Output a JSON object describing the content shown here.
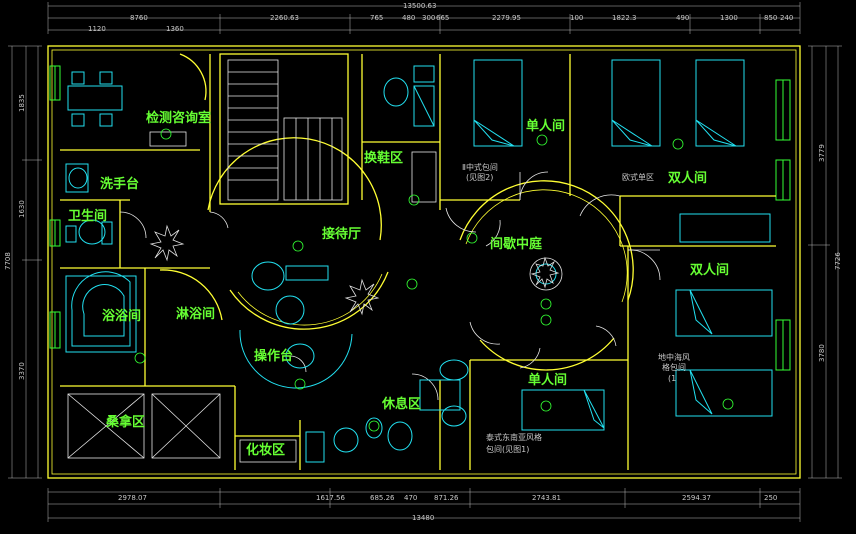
{
  "dims": {
    "overall_top": "13500.63",
    "top": [
      "8760",
      "1120",
      "1360",
      "2260.63",
      "765",
      "480",
      "300",
      "665",
      "2279.95",
      "100",
      "1822.3",
      "490",
      "1300",
      "850",
      "240"
    ],
    "overall_bottom": "13480",
    "bottom": [
      "2978.07",
      "1617.56",
      "685.26",
      "470",
      "871.26",
      "2743.81",
      "2594.37",
      "250"
    ],
    "left": [
      "1835",
      "1630",
      "7708",
      "3370"
    ],
    "right": [
      "3779",
      "7726",
      "3780"
    ]
  },
  "rooms": {
    "consult": "检测咨询室",
    "wash": "洗手台",
    "toilet": "卫生间",
    "shoe": "换鞋区",
    "reception": "接待厅",
    "single_top": "单人间",
    "double_top": "双人间",
    "courtyard": "间歇中庭",
    "double_right": "双人间",
    "bath_tub": "浴浴间",
    "shower": "淋浴间",
    "operation": "操作台",
    "rest": "休息区",
    "single_bottom": "单人间",
    "sauna": "桑拿区",
    "makeup": "化妆区"
  },
  "notes": {
    "single_top_1": "Ⅱ中式包间",
    "single_top_2": "(见图2)",
    "double_top": "欧式单区",
    "double_right_1": "地中海风",
    "double_right_2": "格包间",
    "double_right_3": "(1",
    "single_bottom_1": "泰式东南亚风格",
    "single_bottom_2": "包间(见图1)"
  }
}
